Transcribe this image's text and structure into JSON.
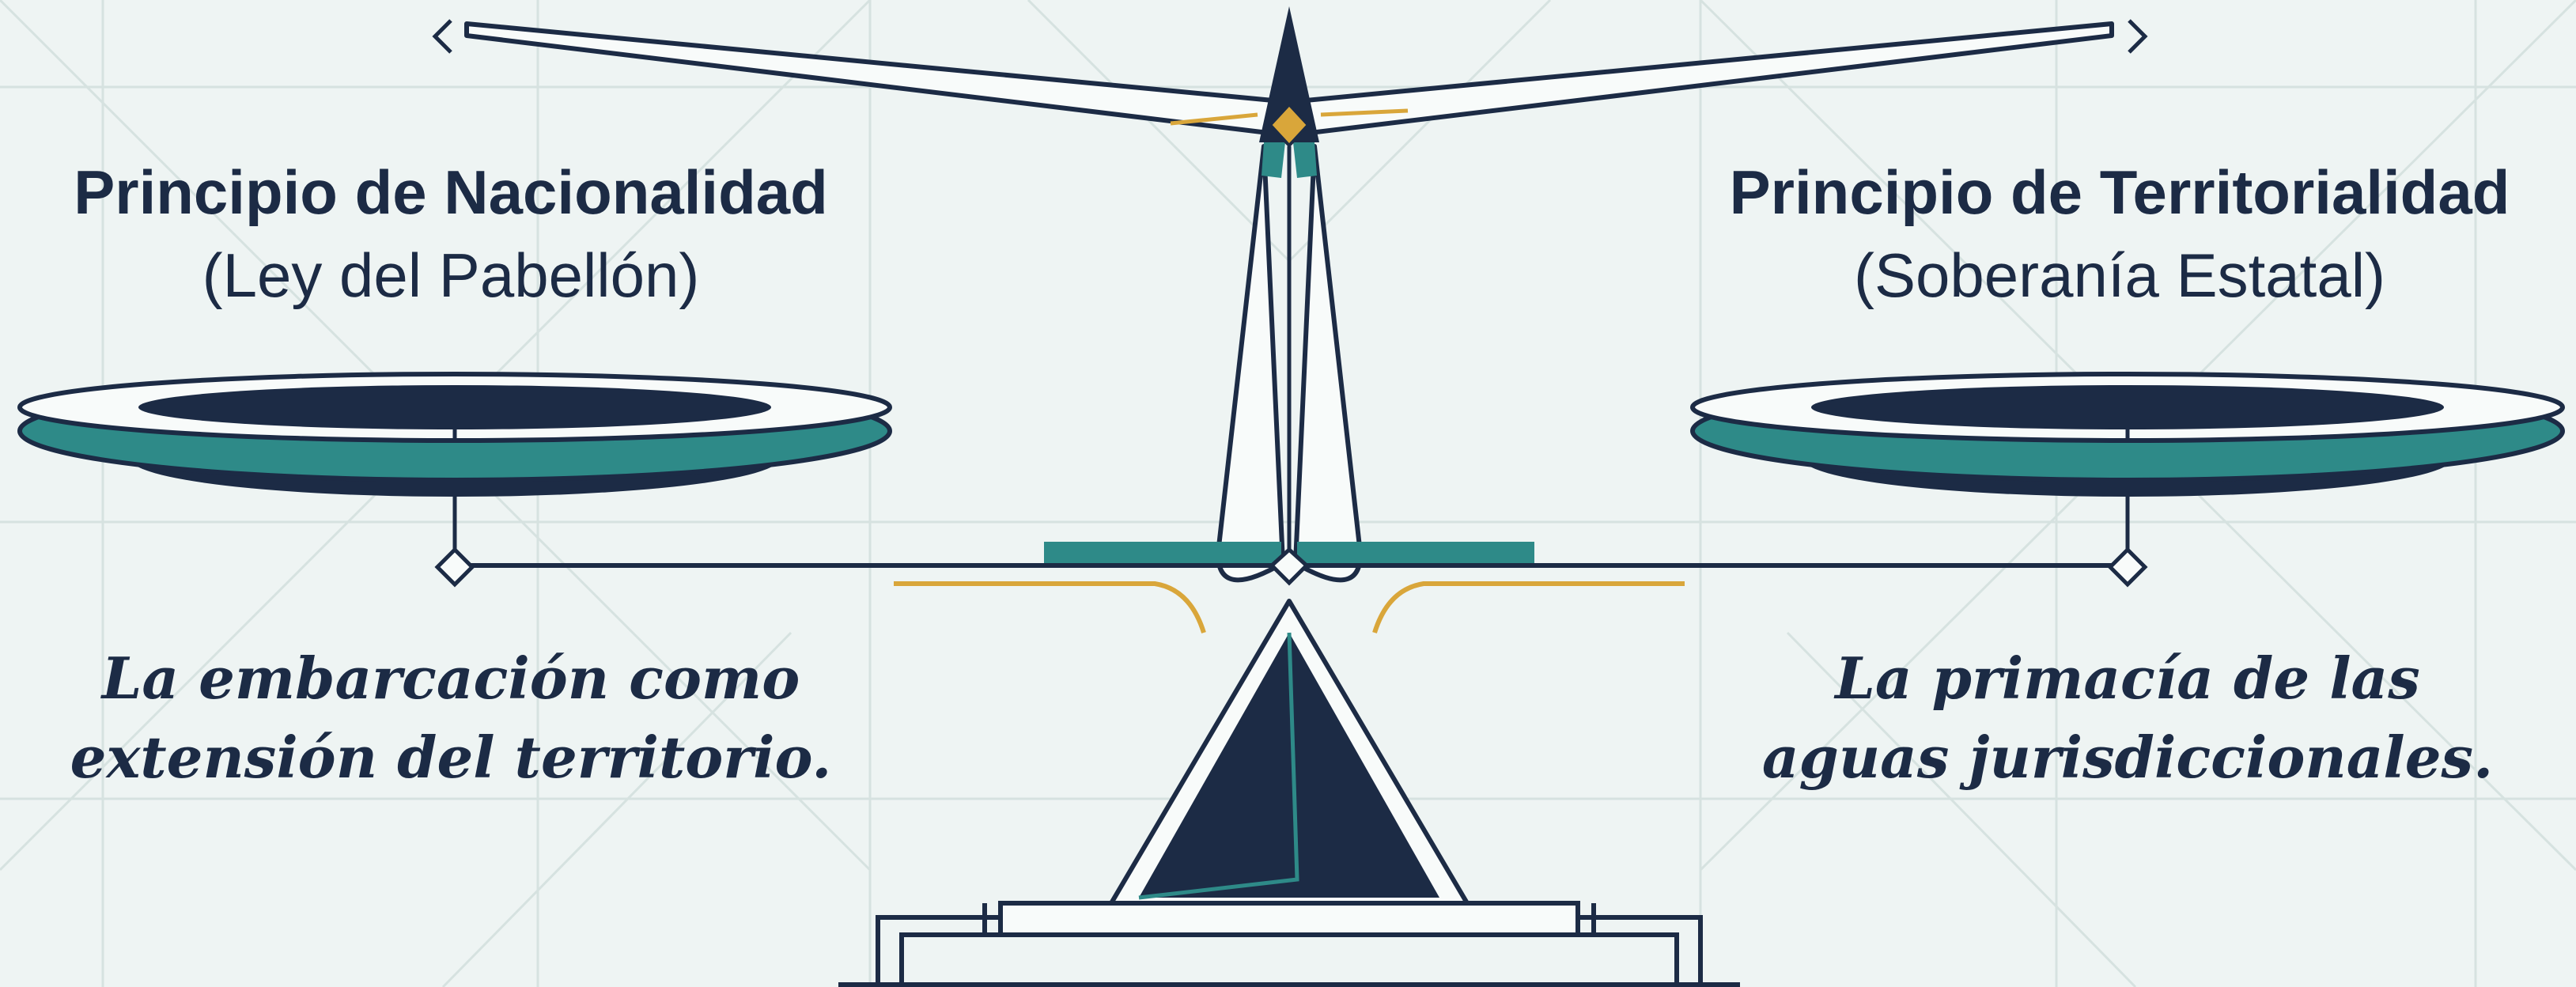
{
  "left": {
    "title": "Principio de Nacionalidad",
    "subtitle": "(Ley del Pabellón)",
    "caption_line1": "La embarcación como",
    "caption_line2": "extensión del territorio."
  },
  "right": {
    "title": "Principio de Territorialidad",
    "subtitle": "(Soberanía Estatal)",
    "caption_line1": "La primacía de las",
    "caption_line2": "aguas jurisdiccionales."
  },
  "colors": {
    "background": "#eef4f3",
    "navy": "#1c2b45",
    "teal": "#2e8a88",
    "gold": "#d9a63a",
    "grid": "#d6e2e0"
  }
}
